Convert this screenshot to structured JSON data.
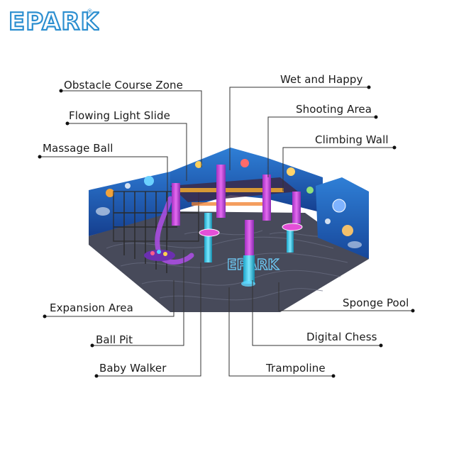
{
  "brand": {
    "logo_text": "EPARK",
    "registered_mark": "®",
    "color": "#2d8fd0"
  },
  "labels": {
    "obstacle_course_zone": "Obstacle Course Zone",
    "flowing_light_slide": "Flowing Light Slide",
    "massage_ball": "Massage Ball",
    "expansion_area": "Expansion Area",
    "ball_pit": "Ball Pit",
    "baby_walker": "Baby Walker",
    "wet_and_happy": "Wet and Happy",
    "shooting_area": "Shooting Area",
    "climbing_wall": "Climbing Wall",
    "sponge_pool": "Sponge Pool",
    "digital_chess": "Digital Chess",
    "trampoline": "Trampoline"
  },
  "colors": {
    "wall": "#1f5fb8",
    "floor": "#4a4c5c",
    "accent_pink": "#d33fd0",
    "accent_cyan": "#39c7e6"
  }
}
